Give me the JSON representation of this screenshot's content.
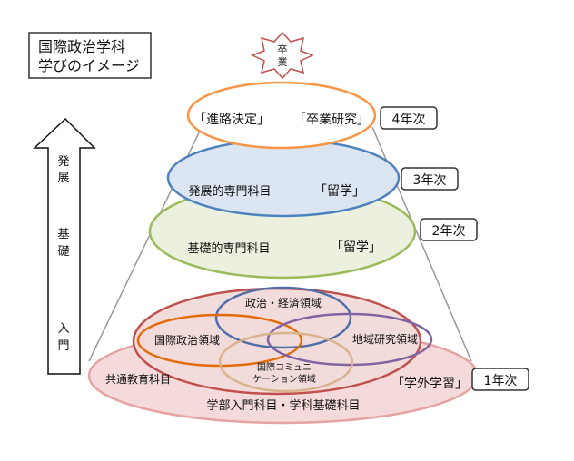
{
  "title": {
    "line1": "国際政治学科",
    "line2": "学びのイメージ"
  },
  "graduation": {
    "line1": "卒",
    "line2": "業"
  },
  "progress_arrow": {
    "develop_1": "発",
    "develop_2": "展",
    "basic_1": "基",
    "basic_2": "礎",
    "intro_1": "入",
    "intro_2": "門"
  },
  "year4": {
    "left": "「進路決定」",
    "right": "「卒業研究」",
    "badge": "4年次"
  },
  "year3": {
    "left": "発展的専門科目",
    "right": "「留学」",
    "badge": "3年次"
  },
  "year2": {
    "left": "基礎的専門科目",
    "right": "「留学」",
    "badge": "2年次"
  },
  "year1": {
    "common": "共通教育科目",
    "politics_economy": "政治・経済領域",
    "international_politics": "国際政治領域",
    "area_studies": "地域研究領域",
    "communication_1": "国際コミュニ",
    "communication_2": "ケーション領域",
    "external_study": "「学外学習」",
    "foundation": "学部入門科目・学科基礎科目",
    "badge": "1年次"
  },
  "colors": {
    "year4_stroke": "#f79646",
    "year3_stroke": "#4f81bd",
    "year3_fill": "#dce6f2",
    "year2_stroke": "#9bbb59",
    "year2_fill": "#ebf1de",
    "year1_outer_stroke": "#e6a3a3",
    "year1_outer_fill": "#f4dada",
    "year1_inner_stroke": "#c0504d",
    "year1_inner_fill": "#f2dcdb",
    "politics_economy_stroke": "#4f6fa8",
    "international_politics_stroke": "#e36c09",
    "area_studies_stroke": "#8064a2",
    "communication_stroke": "#d9b38c",
    "star_stroke": "#c0504d"
  }
}
